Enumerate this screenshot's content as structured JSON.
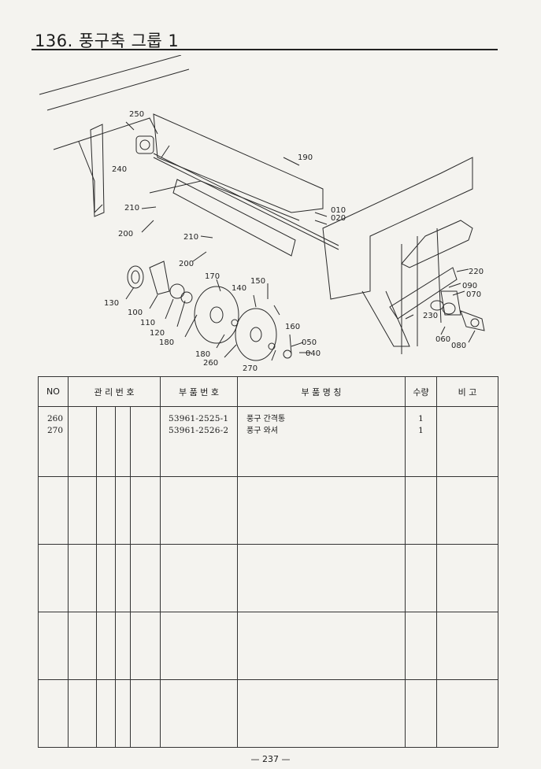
{
  "page": {
    "title": "136. 풍구축 그룹 1",
    "page_number": "— 237 —"
  },
  "diagram": {
    "callouts": [
      "250",
      "190",
      "240",
      "210",
      "200",
      "010",
      "020",
      "210",
      "200",
      "170",
      "150",
      "140",
      "220",
      "090",
      "070",
      "130",
      "100",
      "110",
      "120",
      "180",
      "160",
      "180",
      "260",
      "230",
      "050",
      "040",
      "270",
      "060",
      "080"
    ]
  },
  "table": {
    "headers": {
      "no": "NO",
      "mgmt": "관 리 번 호",
      "part_no": "부 품 번 호",
      "part_name": "부   품   명   칭",
      "qty": "수량",
      "remarks": "비 고"
    },
    "rows": [
      {
        "no": "260",
        "part_no": "53961-2525-1",
        "name": "풍구 간격통",
        "qty": "1"
      },
      {
        "no": "270",
        "part_no": "53961-2526-2",
        "name": "풍구 와셔",
        "qty": "1"
      }
    ]
  }
}
